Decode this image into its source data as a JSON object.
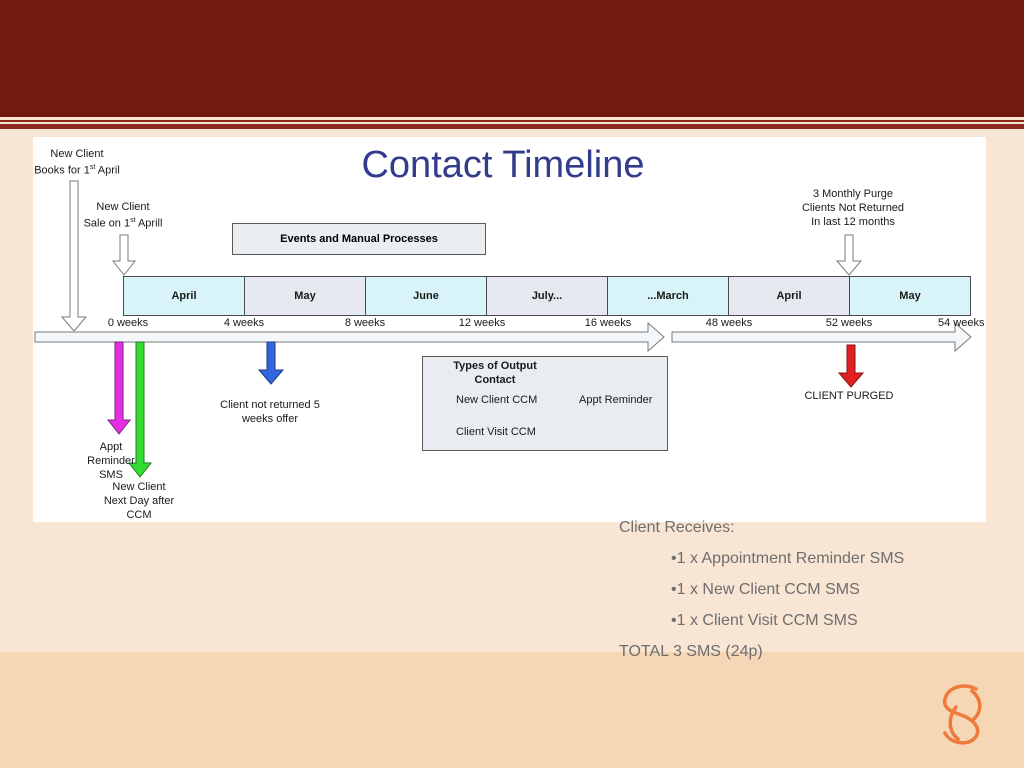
{
  "diagram": {
    "title": "Contact Timeline",
    "notes": {
      "books": [
        "New Client",
        "Books for 1",
        "st",
        " April"
      ],
      "sale": [
        "New Client",
        "Sale on 1",
        "st",
        " Aprill"
      ],
      "purge": [
        "3 Monthly Purge",
        "Clients Not Returned",
        "In last 12 months"
      ],
      "not_returned": [
        "Client not returned 5",
        "weeks offer"
      ],
      "appt_sms": [
        "Appt",
        "Reminder",
        "SMS"
      ],
      "new_client_ccm": [
        "New Client",
        "Next Day after",
        "CCM"
      ],
      "client_purged": "CLIENT PURGED"
    },
    "events_box": "Events and Manual Processes",
    "months": [
      "April",
      "May",
      "June",
      "July...",
      "...March",
      "April",
      "May"
    ],
    "weeks": [
      "0 weeks",
      "4 weeks",
      "8 weeks",
      "12 weeks",
      "16 weeks",
      "48 weeks",
      "52 weeks",
      "54 weeks"
    ],
    "legend": {
      "title": [
        "Types of Output",
        "Contact"
      ],
      "new_client_ccm": "New Client CCM",
      "appt_reminder": "Appt Reminder",
      "client_visit_ccm": "Client Visit CCM"
    },
    "colors": {
      "month_cyan": "#d8f4f8",
      "month_grey": "#e6e9ef",
      "arrow_magenta": "#e52ee5",
      "arrow_green": "#33dd33",
      "arrow_blue": "#3366dd",
      "arrow_red": "#e02020",
      "title_blue": "#333b8d"
    }
  },
  "sms_summary": {
    "heading": "Client Receives:",
    "items": [
      "•1 x Appointment Reminder SMS",
      "•1 x New Client CCM SMS",
      "•1 x Client Visit CCM SMS"
    ],
    "total": "TOTAL 3 SMS (24p)"
  },
  "brand": {
    "logo_icon": "s-swirl-logo-icon",
    "logo_color": "#ee7a3c"
  }
}
